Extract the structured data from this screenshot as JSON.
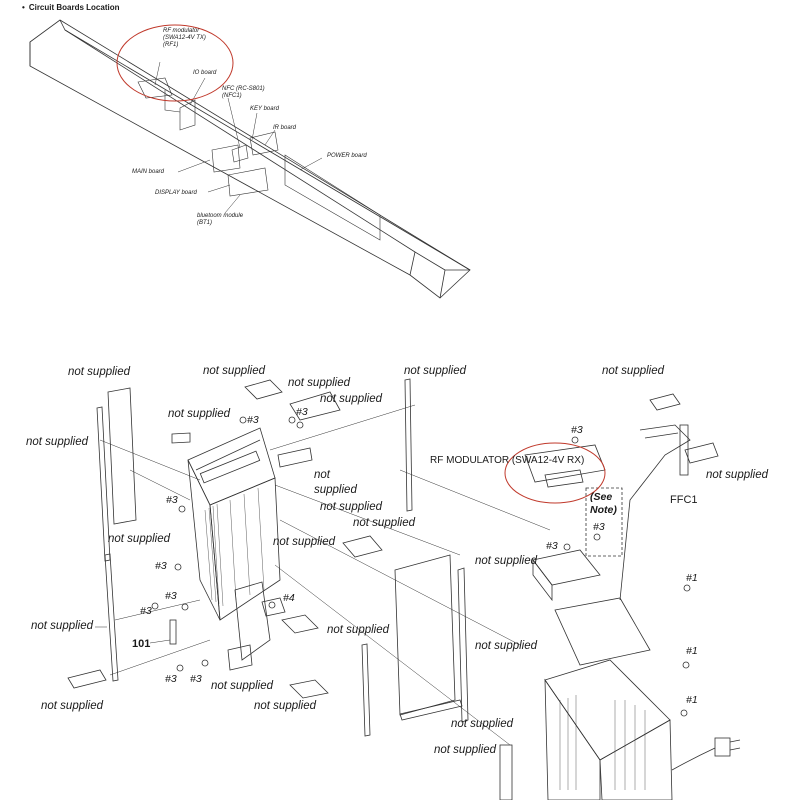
{
  "title": "Circuit Boards Location",
  "top_labels": {
    "rf_modulator": [
      "RF modulator",
      "(SWA12-4V TX)",
      "(RF1)"
    ],
    "io_board": "IO board",
    "nfc": [
      "NFC (RC-S801)",
      "(NFC1)"
    ],
    "key_board": "KEY board",
    "ir_board": "IR board",
    "power_board": "POWER board",
    "main_board": "MAIN board",
    "display_board": "DISPLAY board",
    "bluetooth": [
      "bluetoom module",
      "(BT1)"
    ]
  },
  "not_supplied": "not supplied",
  "screws": {
    "s1": "#1",
    "s3": "#3",
    "s4": "#4"
  },
  "part_101": "101",
  "rf_modulator_rx": "RF MODULATOR (SWA12-4V RX)",
  "see_note": [
    "(See",
    "Note)"
  ],
  "ffc1": "FFC1",
  "colors": {
    "line": "#333333",
    "highlight_circle": "#c0392b",
    "background": "#ffffff"
  }
}
